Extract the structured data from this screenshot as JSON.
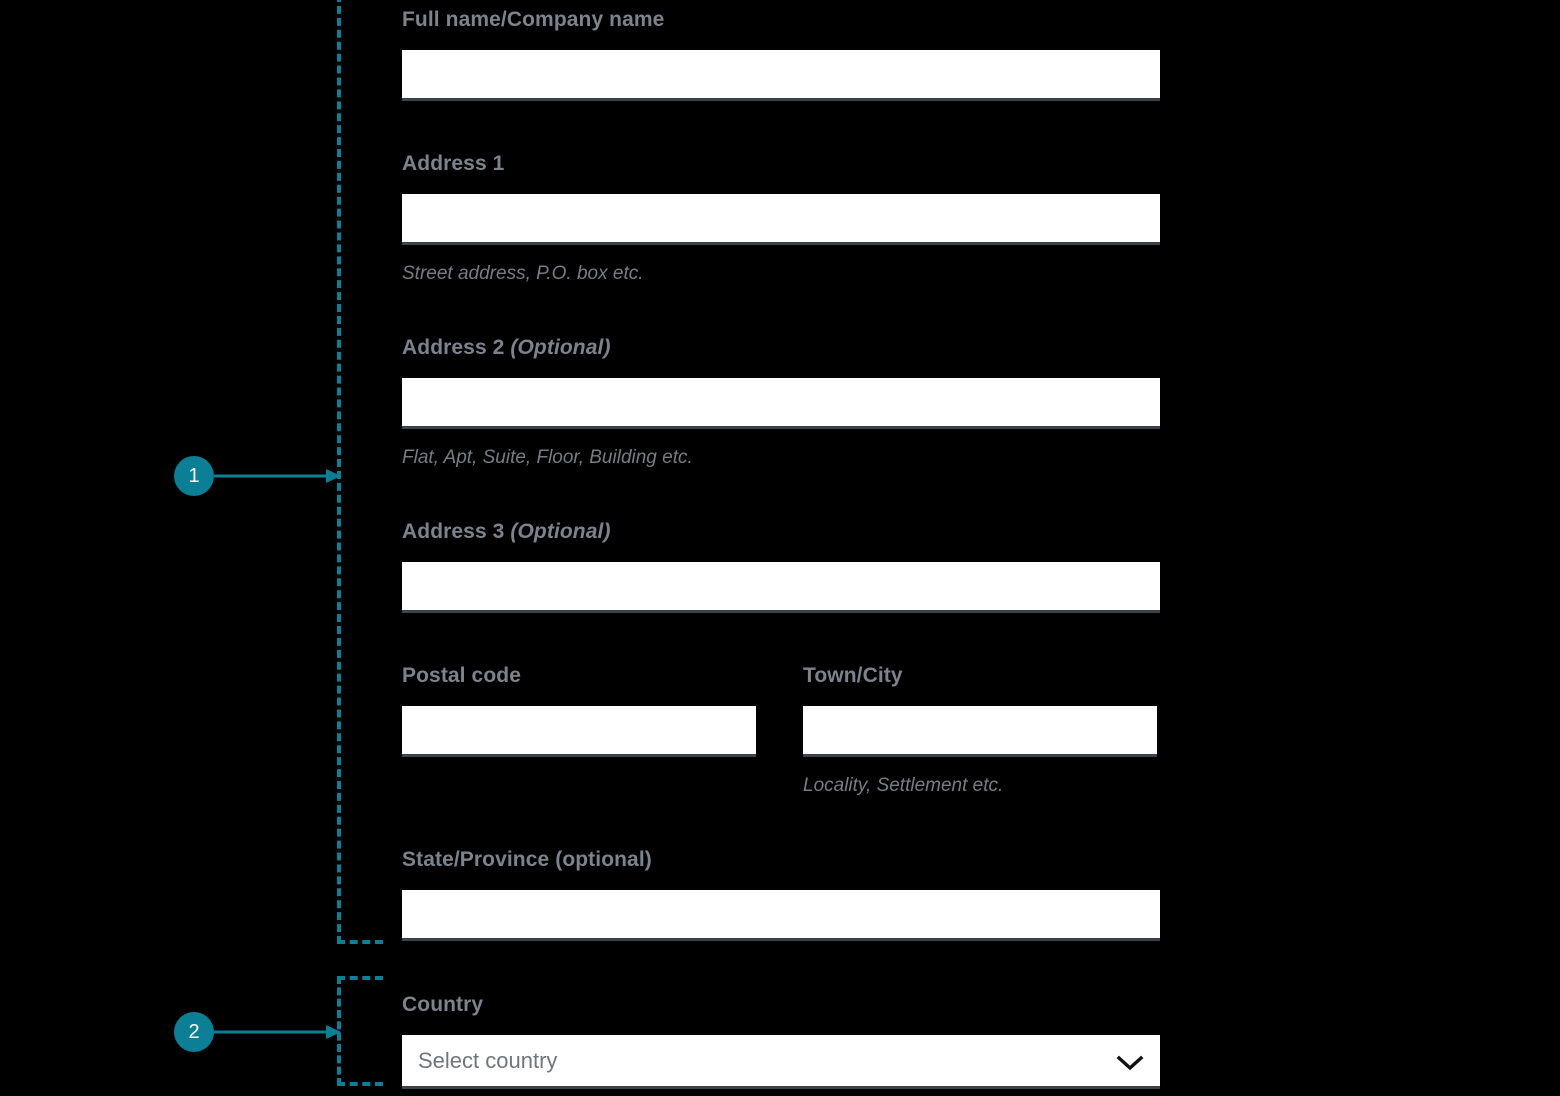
{
  "theme": {
    "background": "#000000",
    "accent_teal": "#0b7f96",
    "label_gray": "#7c838c",
    "helper_gray": "#767d85",
    "input_background": "#ffffff",
    "input_underline": "#3d434b",
    "placeholder_gray": "#6f757c"
  },
  "form": {
    "fields": [
      {
        "id": "full-name",
        "label": "Full name/Company name",
        "optional_suffix": "",
        "value": "",
        "placeholder": "",
        "helper": ""
      },
      {
        "id": "address-1",
        "label": "Address 1",
        "optional_suffix": "",
        "value": "",
        "placeholder": "",
        "helper": "Street address, P.O. box etc."
      },
      {
        "id": "address-2",
        "label": "Address 2",
        "optional_suffix": "(Optional)",
        "value": "",
        "placeholder": "",
        "helper": "Flat, Apt, Suite, Floor, Building etc."
      },
      {
        "id": "address-3",
        "label": "Address 3",
        "optional_suffix": "(Optional)",
        "value": "",
        "placeholder": "",
        "helper": ""
      },
      {
        "id": "postal-code",
        "label": "Postal code",
        "optional_suffix": "",
        "value": "",
        "placeholder": "",
        "helper": ""
      },
      {
        "id": "town-city",
        "label": "Town/City",
        "optional_suffix": "",
        "value": "",
        "placeholder": "",
        "helper": "Locality, Settlement etc."
      },
      {
        "id": "state-province",
        "label": "State/Province (optional)",
        "optional_suffix": "",
        "value": "",
        "placeholder": "",
        "helper": ""
      },
      {
        "id": "country",
        "label": "Country",
        "optional_suffix": "",
        "value": "",
        "placeholder": "Select country",
        "helper": ""
      }
    ]
  },
  "country_select": {
    "label": "Country",
    "selected_text": "Select country",
    "icon": "chevron-down-icon"
  },
  "annotations": {
    "callouts": [
      {
        "number": "1",
        "target": "address-block"
      },
      {
        "number": "2",
        "target": "country-select"
      }
    ]
  }
}
